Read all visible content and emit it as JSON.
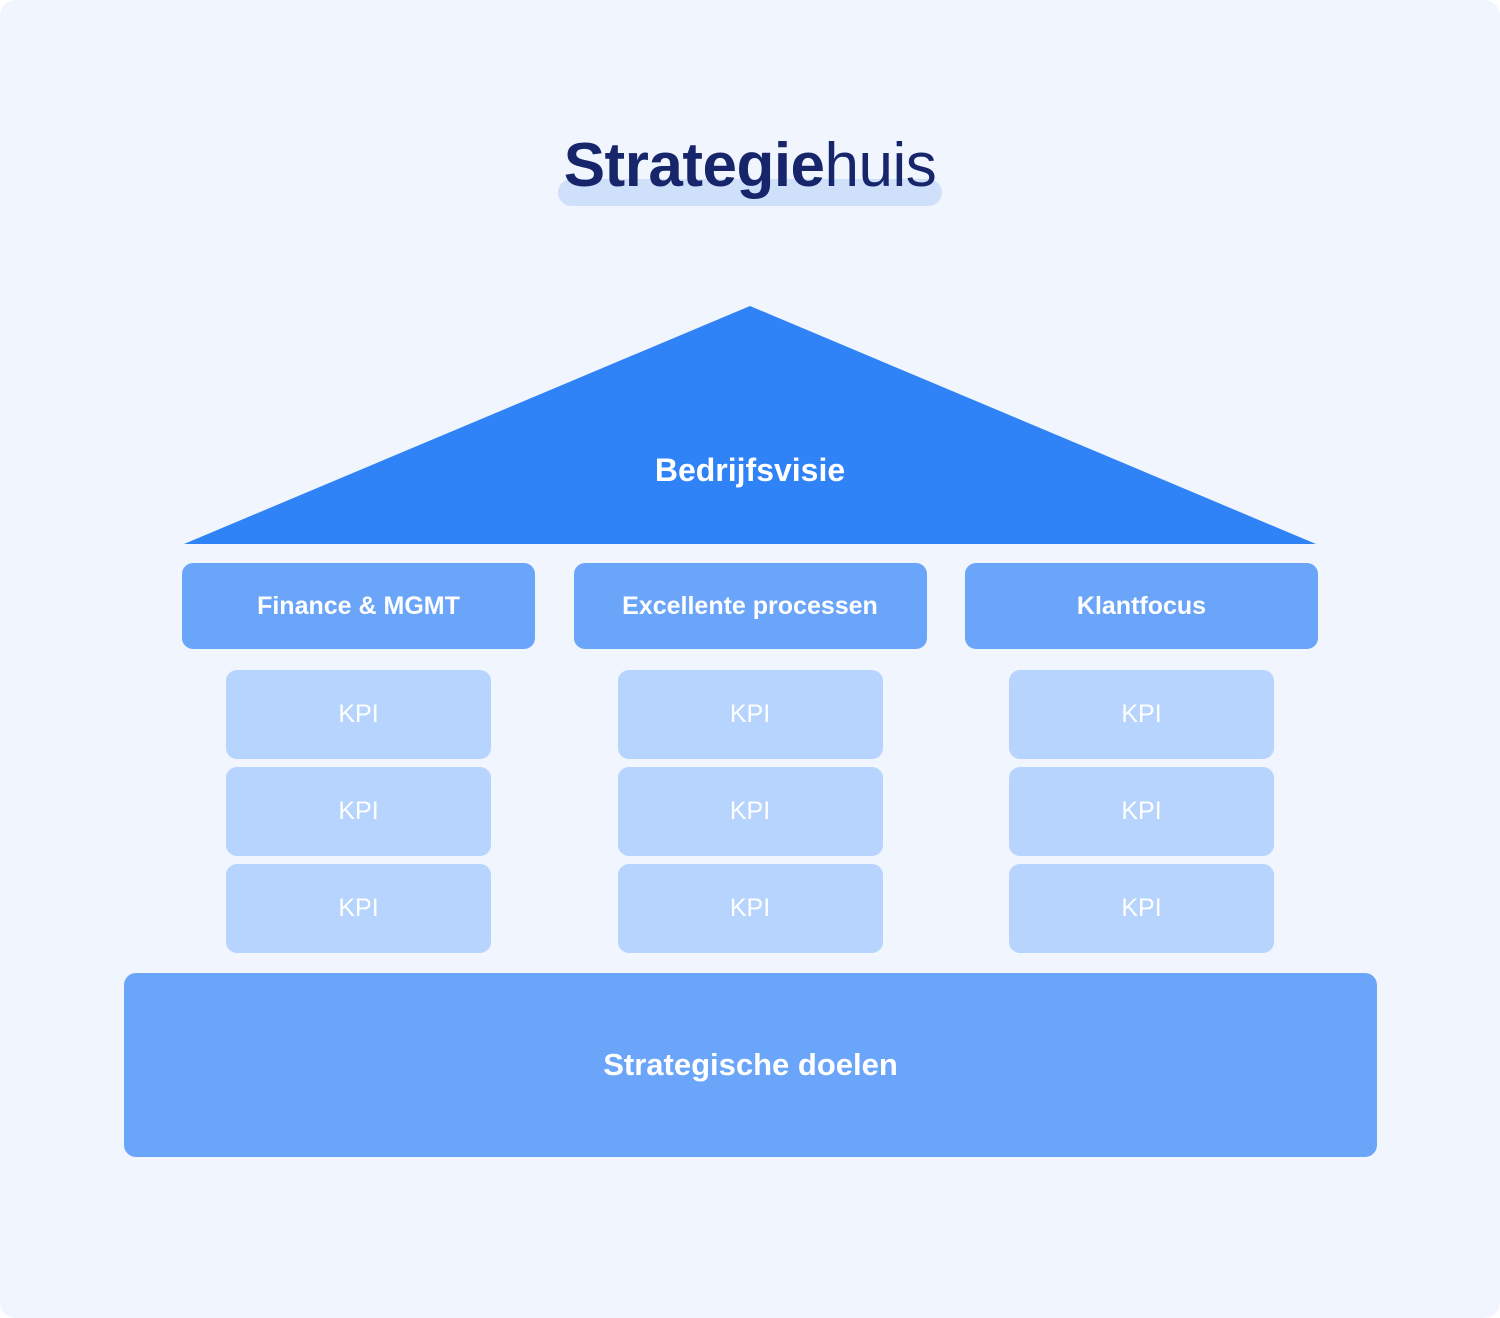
{
  "page": {
    "background_color": "#f1f5fd",
    "title": {
      "bold_part": "Strategie",
      "light_part": "huis",
      "color": "#17256b",
      "highlight_color": "#cfe0fb"
    }
  },
  "roof": {
    "label": "Bedrijfsvisie",
    "fill_color": "#2f83f6",
    "text_color": "#ffffff"
  },
  "pillars": [
    {
      "header": "Finance & MGMT",
      "header_color": "#6ba5f9",
      "kpis": [
        {
          "label": "KPI"
        },
        {
          "label": "KPI"
        },
        {
          "label": "KPI"
        }
      ]
    },
    {
      "header": "Excellente processen",
      "header_color": "#6ba5f9",
      "kpis": [
        {
          "label": "KPI"
        },
        {
          "label": "KPI"
        },
        {
          "label": "KPI"
        }
      ]
    },
    {
      "header": "Klantfocus",
      "header_color": "#6ba5f9",
      "kpis": [
        {
          "label": "KPI"
        },
        {
          "label": "KPI"
        },
        {
          "label": "KPI"
        }
      ]
    }
  ],
  "foundation": {
    "label": "Strategische doelen",
    "fill_color": "#6ba5f9",
    "text_color": "#ffffff"
  }
}
